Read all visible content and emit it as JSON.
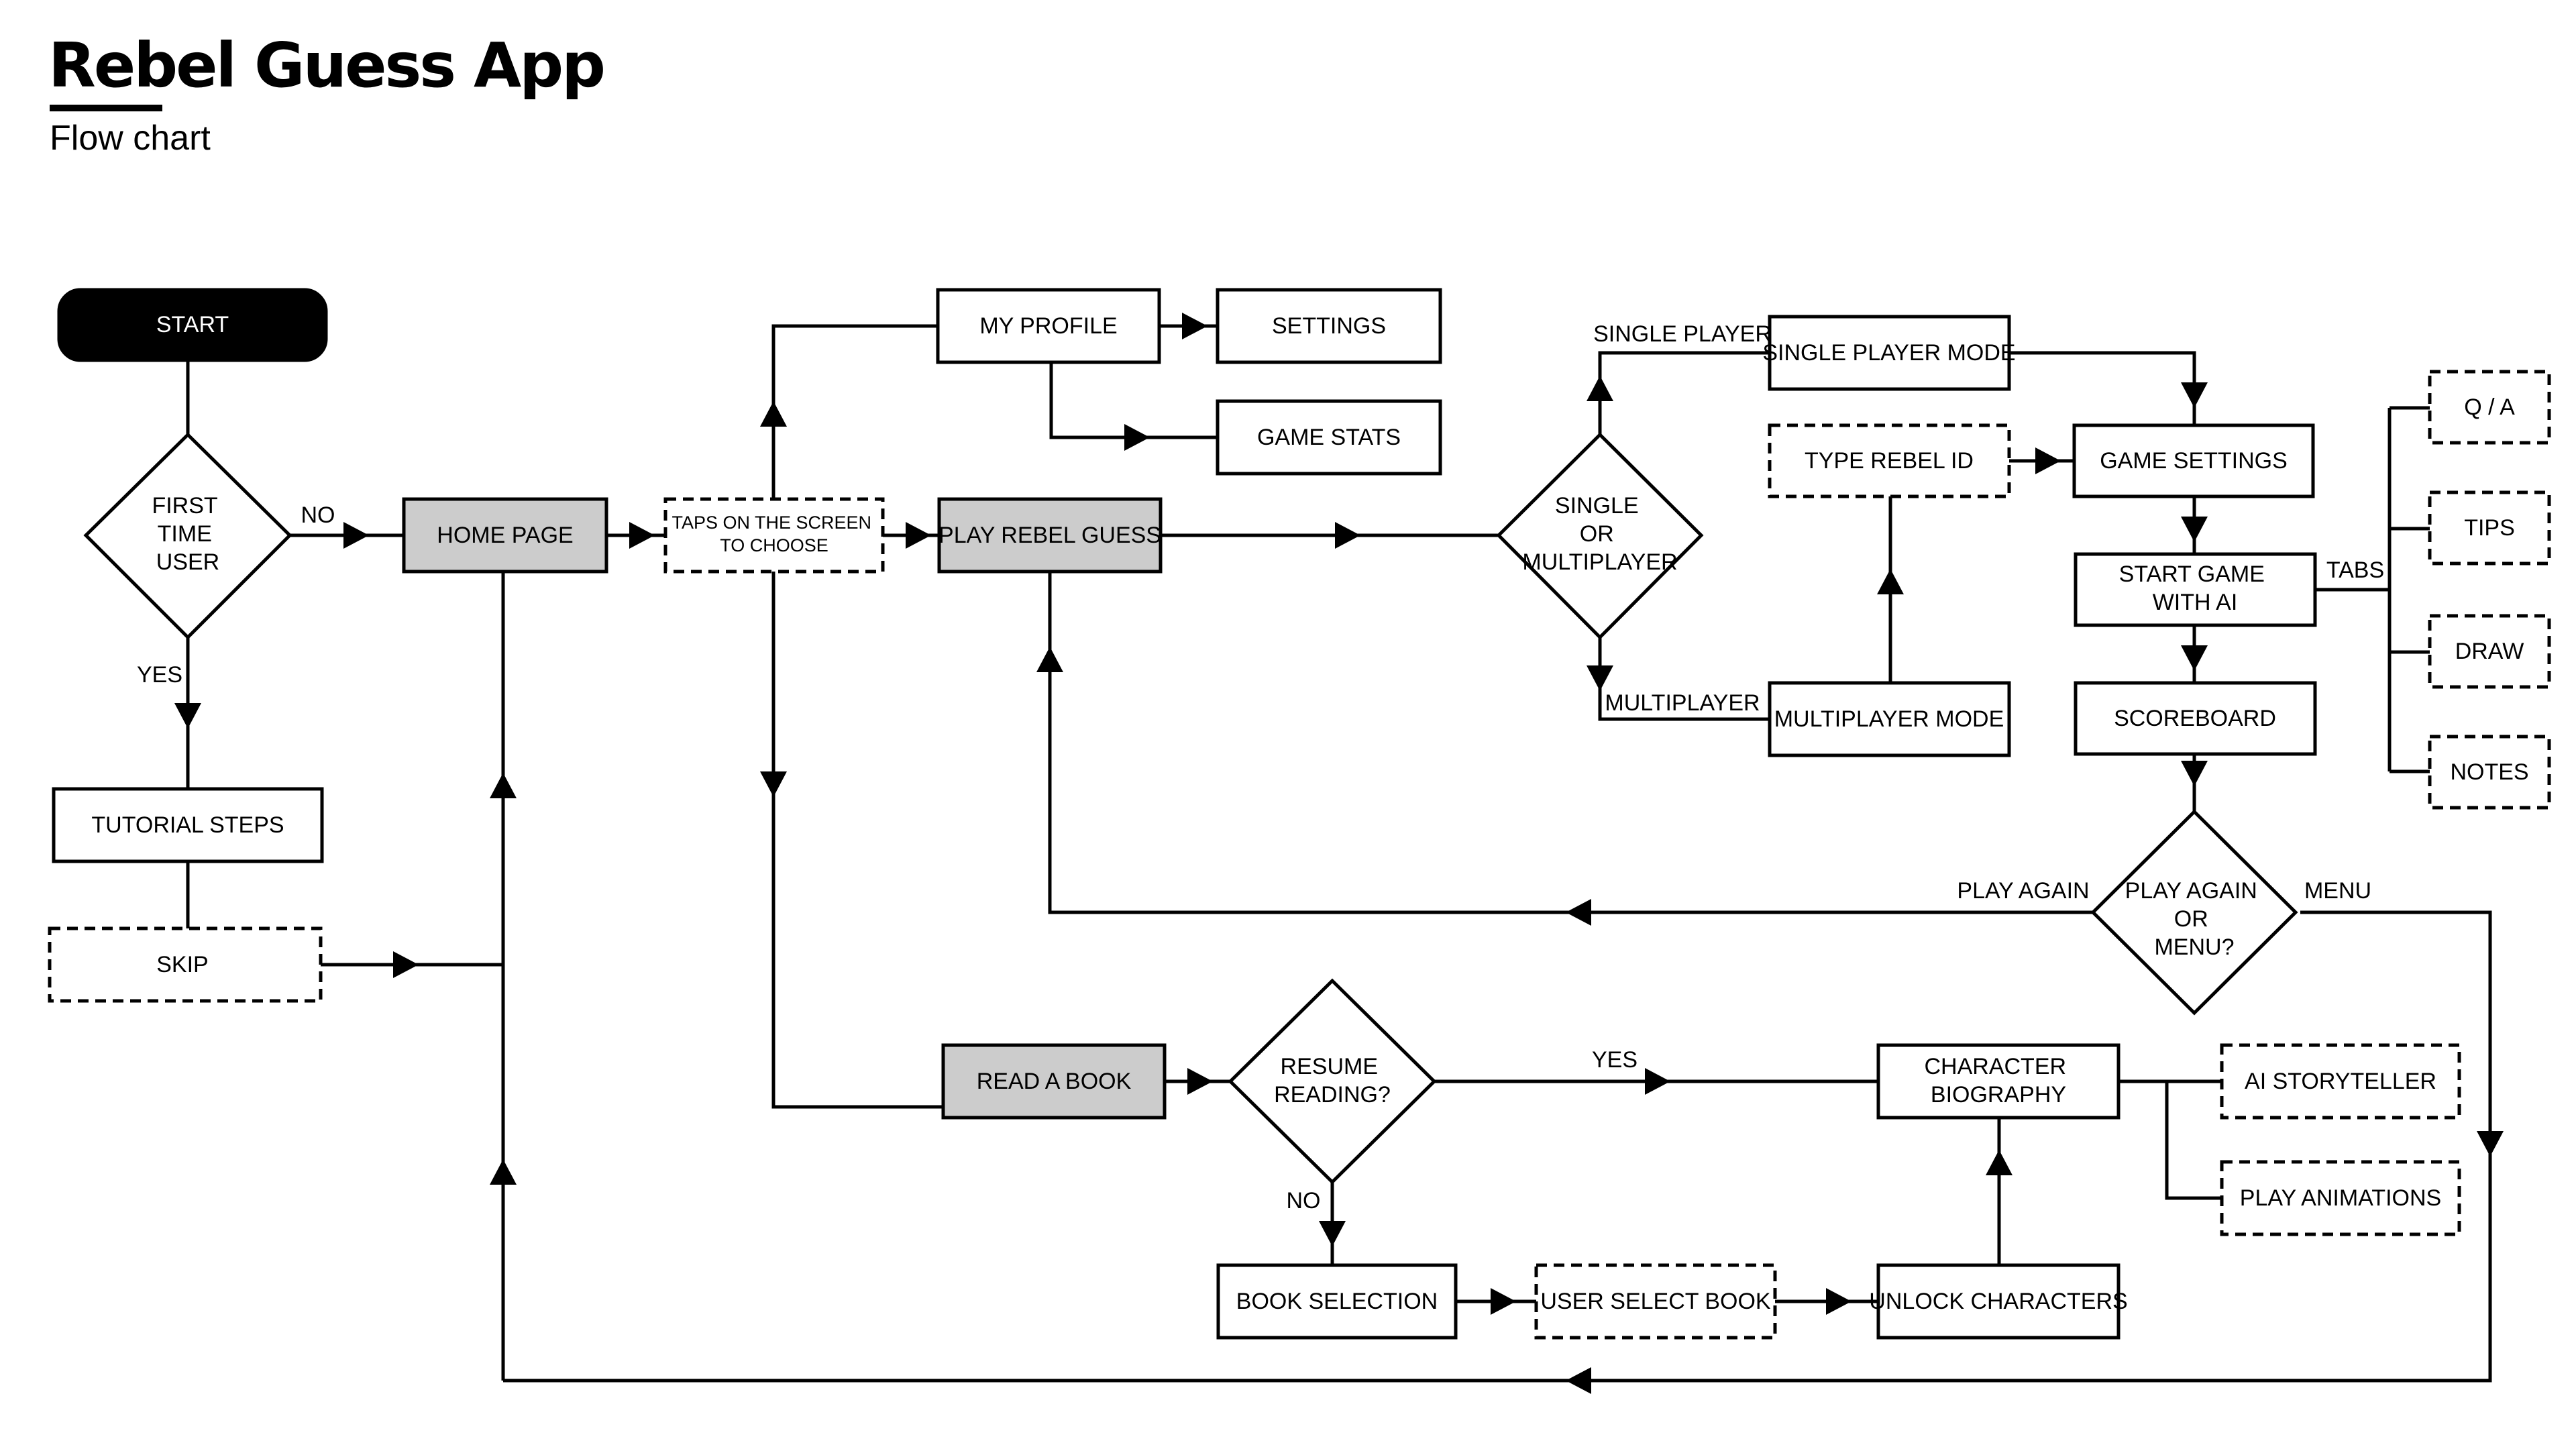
{
  "header": {
    "title": "Rebel Guess App",
    "subtitle": "Flow chart"
  },
  "nodes": {
    "start": "START",
    "first_time_user": [
      "FIRST",
      "TIME",
      "USER"
    ],
    "home_page": "HOME PAGE",
    "taps_on_screen": [
      "TAPS ON THE SCREEN",
      "TO CHOOSE"
    ],
    "tutorial_steps": "TUTORIAL STEPS",
    "skip": "SKIP",
    "my_profile": "MY PROFILE",
    "settings": "SETTINGS",
    "game_stats": "GAME STATS",
    "play_rebel_guess": "PLAY REBEL GUESS",
    "single_or_multiplayer": [
      "SINGLE",
      "OR",
      "MULTIPLAYER"
    ],
    "single_player_mode": "SINGLE PLAYER MODE",
    "multiplayer_mode": "MULTIPLAYER MODE",
    "type_rebel_id": "TYPE REBEL ID",
    "game_settings": "GAME SETTINGS",
    "start_game_with_ai": [
      "START GAME",
      "WITH AI"
    ],
    "scoreboard": "SCOREBOARD",
    "play_again_or_menu": [
      "PLAY AGAIN",
      "OR",
      "MENU?"
    ],
    "qa_tab": "Q / A",
    "tips_tab": "TIPS",
    "draw_tab": "DRAW",
    "notes_tab": "NOTES",
    "read_a_book": "READ A BOOK",
    "resume_reading": [
      "RESUME",
      "READING?"
    ],
    "book_selection": "BOOK SELECTION",
    "user_select_book": "USER SELECT BOOK",
    "unlock_characters": "UNLOCK CHARACTERS",
    "character_biography": [
      "CHARACTER",
      "BIOGRAPHY"
    ],
    "ai_storyteller": "AI STORYTELLER",
    "play_animations": "PLAY ANIMATIONS"
  },
  "edge_labels": {
    "no": "NO",
    "yes": "YES",
    "single_player": "SINGLE PLAYER",
    "multiplayer": "MULTIPLAYER",
    "tabs": "TABS",
    "play_again": "PLAY AGAIN",
    "menu": "MENU",
    "resume_yes": "YES",
    "resume_no": "NO"
  },
  "colors": {
    "ink": "#000000",
    "terminal_fill": "#000000",
    "terminal_text": "#ffffff",
    "highlight_fill": "#cccccc",
    "box_fill": "#ffffff"
  }
}
